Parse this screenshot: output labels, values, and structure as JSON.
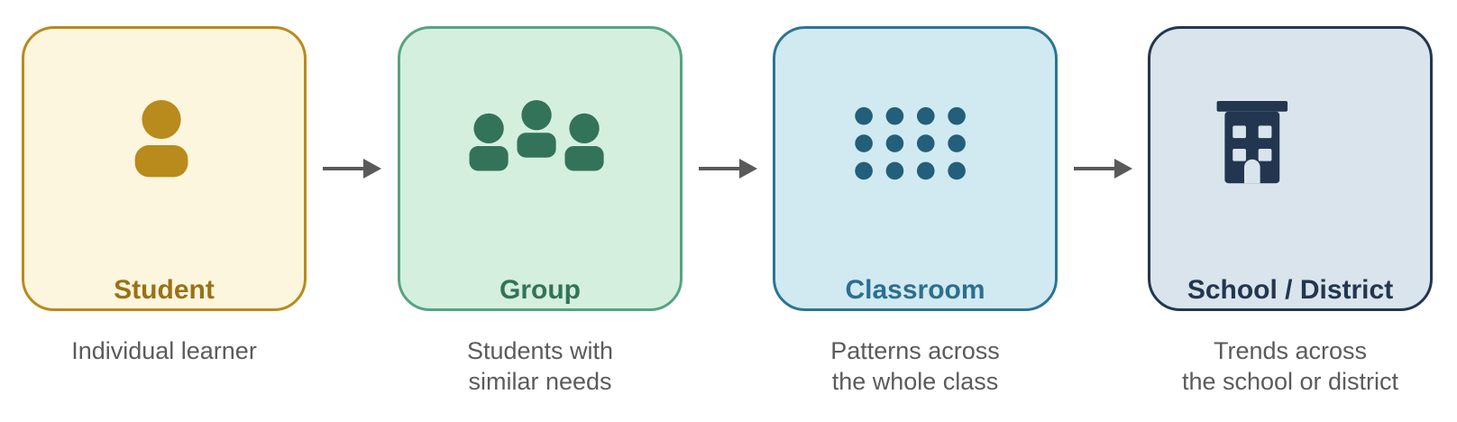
{
  "colors": {
    "student_accent": "#b98a1c",
    "student_title": "#9a7116",
    "student_fill": "#fdf6de",
    "group_accent": "#54a482",
    "group_icon": "#337359",
    "group_fill": "#d5efde",
    "classroom_accent": "#2c7494",
    "classroom_icon": "#235f7a",
    "classroom_fill": "#d1eaf2",
    "school_accent": "#233650",
    "school_fill": "#d9e4ec",
    "arrow": "#5a5a5a",
    "description_text": "#5b5b5b"
  },
  "stages": [
    {
      "title": "Student",
      "icon": "person-icon",
      "description": [
        "Individual learner"
      ]
    },
    {
      "title": "Group",
      "icon": "people-group-icon",
      "description": [
        "Students with",
        "similar needs"
      ]
    },
    {
      "title": "Classroom",
      "icon": "dot-grid-icon",
      "description": [
        "Patterns across",
        "the whole class"
      ]
    },
    {
      "title": "School / District",
      "icon": "school-building-icon",
      "description": [
        "Trends across",
        "the school or district"
      ]
    }
  ],
  "connectors": [
    "arrow-right-icon",
    "arrow-right-icon",
    "arrow-right-icon"
  ]
}
